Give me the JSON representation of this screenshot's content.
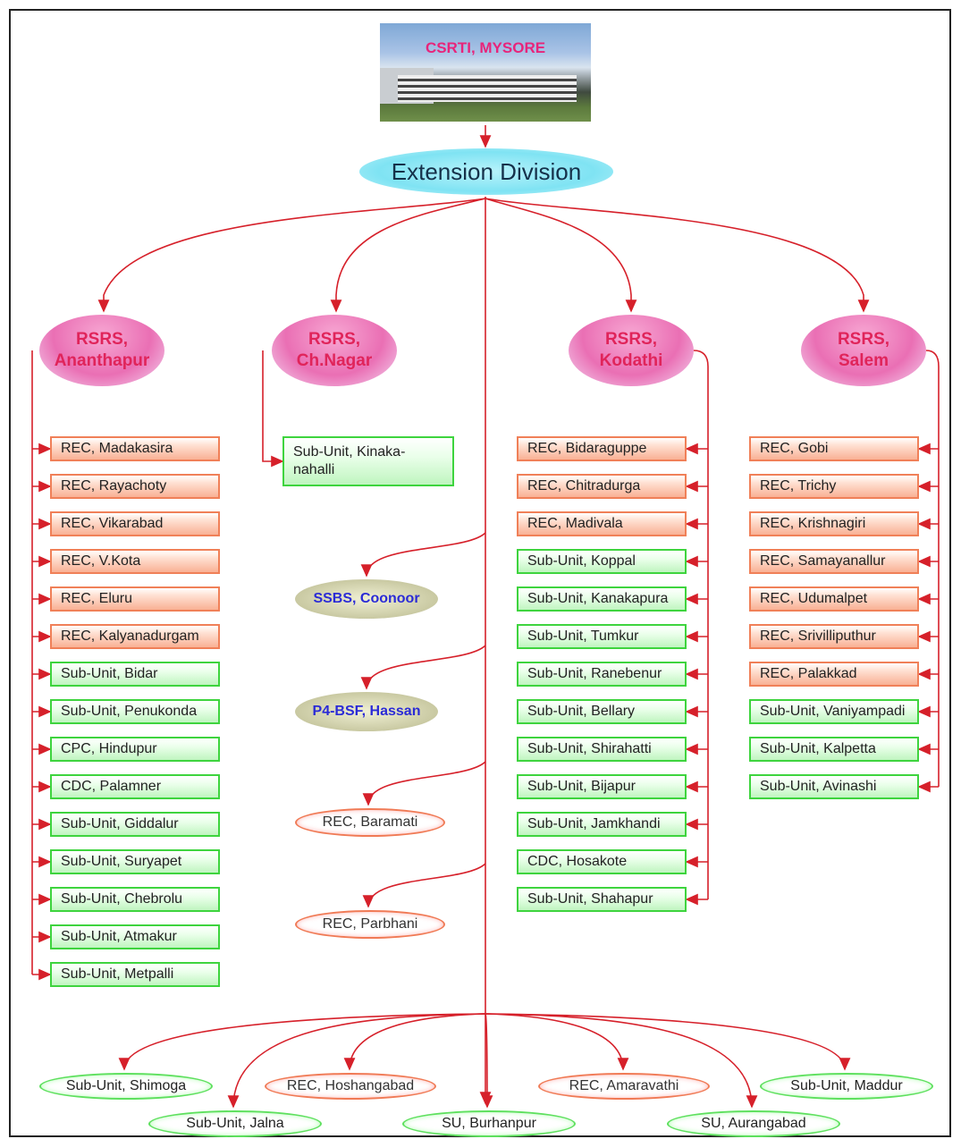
{
  "hq": {
    "title": "CSRTI, MYSORE"
  },
  "division": "Extension Division",
  "rsrs": [
    {
      "line1": "RSRS,",
      "line2": "Ananthapur"
    },
    {
      "line1": "RSRS,",
      "line2": "Ch.Nagar"
    },
    {
      "line1": "RSRS,",
      "line2": "Kodathi"
    },
    {
      "line1": "RSRS,",
      "line2": "Salem"
    }
  ],
  "ananthapur_units": [
    {
      "label": "REC,  Madakasira",
      "kind": "rec"
    },
    {
      "label": "REC,  Rayachoty",
      "kind": "rec"
    },
    {
      "label": "REC,  Vikarabad",
      "kind": "rec"
    },
    {
      "label": "REC,  V.Kota",
      "kind": "rec"
    },
    {
      "label": "REC,  Eluru",
      "kind": "rec"
    },
    {
      "label": "REC,  Kalyanadurgam",
      "kind": "rec"
    },
    {
      "label": "Sub-Unit,  Bidar",
      "kind": "sub"
    },
    {
      "label": "Sub-Unit, Penukonda",
      "kind": "sub"
    },
    {
      "label": "CPC, Hindupur",
      "kind": "sub"
    },
    {
      "label": "CDC, Palamner",
      "kind": "sub"
    },
    {
      "label": "Sub-Unit,  Giddalur",
      "kind": "sub"
    },
    {
      "label": "Sub-Unit,  Suryapet",
      "kind": "sub"
    },
    {
      "label": "Sub-Unit,  Chebrolu",
      "kind": "sub"
    },
    {
      "label": "Sub-Unit,  Atmakur",
      "kind": "sub"
    },
    {
      "label": "Sub-Unit,  Metpalli",
      "kind": "sub"
    }
  ],
  "chnagar_unit": "Sub-Unit,  Kinaka-nahalli",
  "kodathi_units": [
    {
      "label": "REC, Bidaraguppe",
      "kind": "rec"
    },
    {
      "label": "REC, Chitradurga",
      "kind": "rec"
    },
    {
      "label": "REC,  Madivala",
      "kind": "rec"
    },
    {
      "label": "Sub-Unit,  Koppal",
      "kind": "sub"
    },
    {
      "label": "Sub-Unit, Kanakapura",
      "kind": "sub"
    },
    {
      "label": "Sub-Unit, Tumkur",
      "kind": "sub"
    },
    {
      "label": "Sub-Unit,  Ranebenur",
      "kind": "sub"
    },
    {
      "label": "Sub-Unit,  Bellary",
      "kind": "sub"
    },
    {
      "label": "Sub-Unit,  Shirahatti",
      "kind": "sub"
    },
    {
      "label": "Sub-Unit,  Bijapur",
      "kind": "sub"
    },
    {
      "label": "Sub-Unit,  Jamkhandi",
      "kind": "sub"
    },
    {
      "label": "CDC,  Hosakote",
      "kind": "sub"
    },
    {
      "label": "Sub-Unit,  Shahapur",
      "kind": "sub"
    }
  ],
  "salem_units": [
    {
      "label": "REC,  Gobi",
      "kind": "rec"
    },
    {
      "label": "REC,  Trichy",
      "kind": "rec"
    },
    {
      "label": "REC,  Krishnagiri",
      "kind": "rec"
    },
    {
      "label": "REC,  Samayanallur",
      "kind": "rec"
    },
    {
      "label": "REC,  Udumalpet",
      "kind": "rec"
    },
    {
      "label": "REC,  Srivilliputhur",
      "kind": "rec"
    },
    {
      "label": "REC,  Palakkad",
      "kind": "rec"
    },
    {
      "label": "Sub-Unit, Vaniyampadi",
      "kind": "sub"
    },
    {
      "label": "Sub-Unit,  Kalpetta",
      "kind": "sub"
    },
    {
      "label": "Sub-Unit,  Avinashi",
      "kind": "sub"
    }
  ],
  "middle": [
    {
      "label": "SSBS, Coonoor",
      "kind": "olive"
    },
    {
      "label": "P4-BSF, Hassan",
      "kind": "olive"
    },
    {
      "label": "REC, Baramati",
      "kind": "recell"
    },
    {
      "label": "REC, Parbhani",
      "kind": "recell"
    }
  ],
  "bottom": [
    {
      "label": "Sub-Unit, Shimoga",
      "kind": "green"
    },
    {
      "label": "Sub-Unit, Jalna",
      "kind": "green"
    },
    {
      "label": "REC, Hoshangabad",
      "kind": "red"
    },
    {
      "label": "SU, Burhanpur",
      "kind": "green"
    },
    {
      "label": "REC, Amaravathi",
      "kind": "red"
    },
    {
      "label": "SU, Aurangabad",
      "kind": "green"
    },
    {
      "label": "Sub-Unit, Maddur",
      "kind": "green"
    }
  ],
  "colors": {
    "line": "#d6202a",
    "rec_border": "#f08058",
    "sub_border": "#3ed43e",
    "rsrs_text": "#e0245a"
  }
}
